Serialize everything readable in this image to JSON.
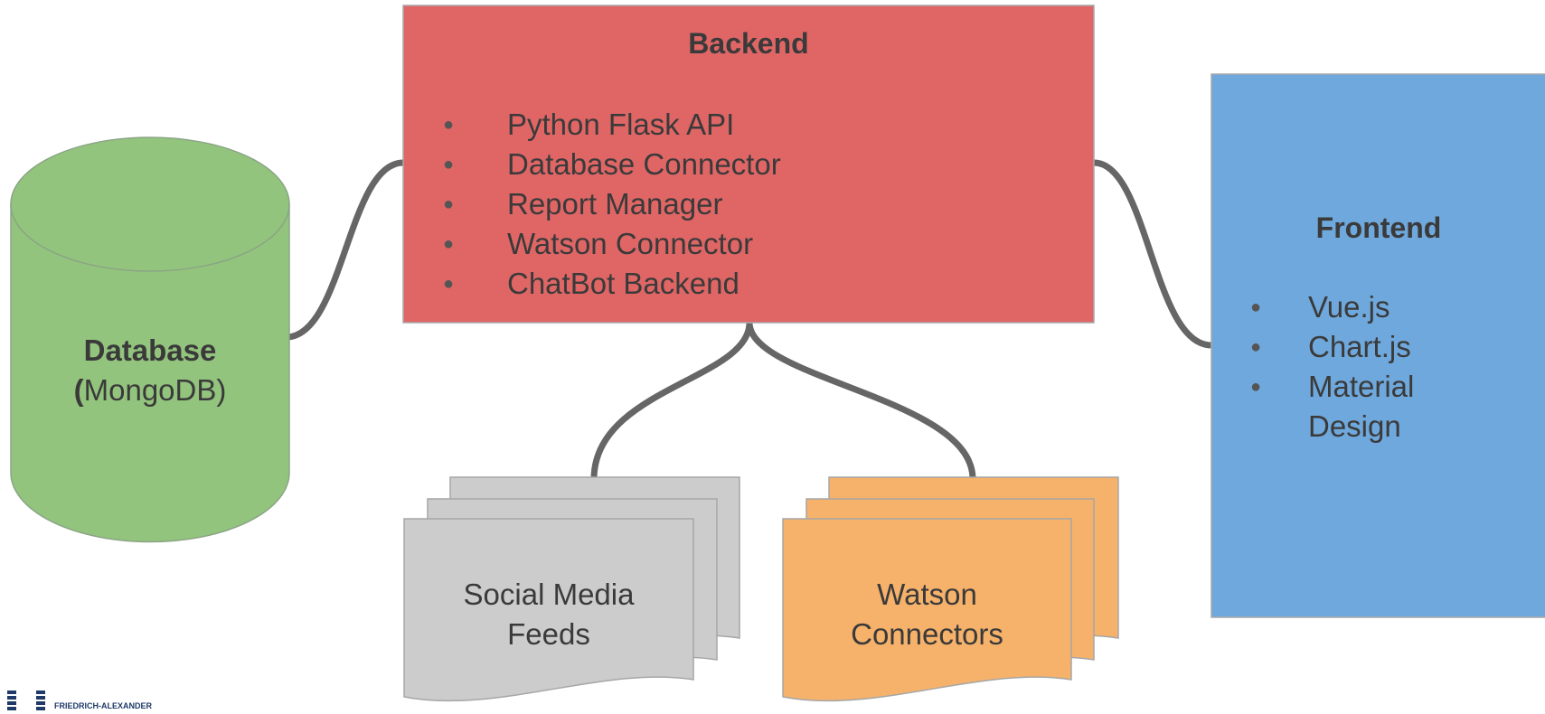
{
  "backend": {
    "title": "Backend",
    "items": [
      "Python Flask API",
      "Database Connector",
      "Report Manager",
      "Watson Connector",
      "ChatBot Backend"
    ]
  },
  "database": {
    "title": "Database",
    "open_paren": "(",
    "subtitle": "MongoDB)"
  },
  "frontend": {
    "title": "Frontend",
    "items": [
      "Vue.js",
      "Chart.js",
      "Material",
      "Design"
    ]
  },
  "social": {
    "line1": "Social Media",
    "line2": "Feeds"
  },
  "watson": {
    "line1": "Watson",
    "line2": "Connectors"
  },
  "logo": {
    "text": "FRIEDRICH-ALEXANDER"
  },
  "colors": {
    "backend": "#e06666",
    "database": "#93c47d",
    "frontend": "#6fa8dc",
    "social": "#cccccc",
    "watson": "#f6b26b",
    "connector": "#666666"
  }
}
